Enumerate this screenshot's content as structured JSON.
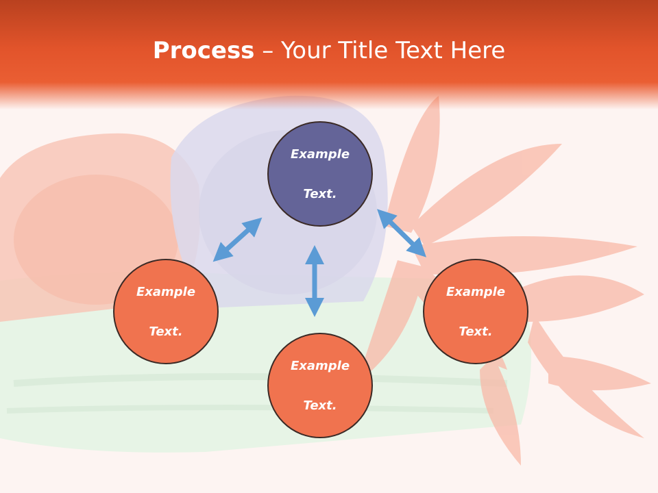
{
  "slide": {
    "title_bold": "Process",
    "title_rest": " – Your Title Text Here"
  },
  "diagram": {
    "nodes": [
      {
        "line1": "Example",
        "line2": "Text."
      },
      {
        "line1": "Example",
        "line2": "Text."
      },
      {
        "line1": "Example",
        "line2": "Text."
      },
      {
        "line1": "Example",
        "line2": "Text."
      }
    ]
  },
  "colors": {
    "header": "#e2542b",
    "node_center": "#646498",
    "node_outer": "#f0734f",
    "arrow": "#5b9bd5"
  }
}
